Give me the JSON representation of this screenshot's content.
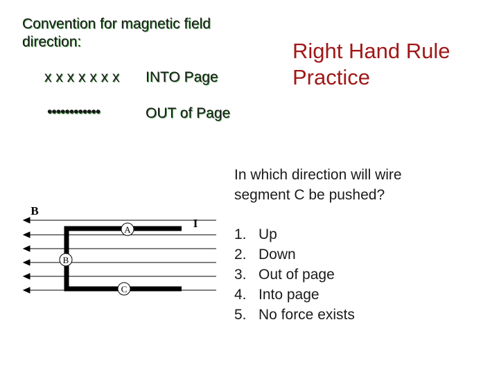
{
  "convention": {
    "heading": "Convention for   magnetic field direction:",
    "into_symbols": "x x x x x x x",
    "into_label": "INTO Page",
    "out_symbols": "••••••••••••",
    "out_label": "OUT of Page"
  },
  "title": {
    "line1": "Right Hand Rule",
    "line2": "Practice"
  },
  "question": "In which direction will wire segment C be pushed?",
  "options": [
    {
      "num": "1.",
      "label": "Up"
    },
    {
      "num": "2.",
      "label": "Down"
    },
    {
      "num": "3.",
      "label": "Out of page"
    },
    {
      "num": "4.",
      "label": "Into page"
    },
    {
      "num": "5.",
      "label": "No force exists"
    }
  ],
  "diagram": {
    "field_label": "B",
    "current_label": "I",
    "segment_a": "A",
    "segment_b": "B",
    "segment_c": "C"
  },
  "colors": {
    "title": "#a01818",
    "text": "#1a1a1a",
    "text_shadow": "#5aa85a"
  }
}
